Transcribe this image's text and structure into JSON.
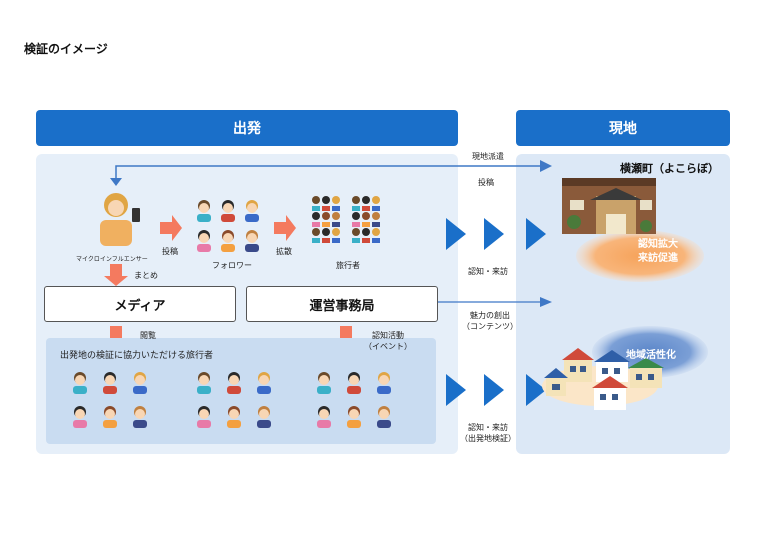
{
  "page_title": "検証のイメージ",
  "headers": {
    "departure": "出発",
    "local": "現地"
  },
  "nodes": {
    "influencer": "マイクロインフルエンサー",
    "followers": "フォロワー",
    "travelers": "旅行者",
    "media": "メディア",
    "secretariat": "運営事務局",
    "cooperating_travelers": "出発地の検証に協力いただける旅行者",
    "local_town": "横瀬町（よこらぼ）",
    "awareness_visit": "認知拡大\n来訪促進",
    "regional_vitalization": "地域活性化"
  },
  "labels": {
    "post1": "投稿",
    "spread": "拡散",
    "summarize": "まとめ",
    "view": "閲覧",
    "awareness_activity": "認知活動\n（イベント）",
    "local_dispatch": "現地派遣",
    "post2": "投稿",
    "awareness_visit1": "認知・来訪",
    "create_appeal": "魅力の創出\n（コンテンツ）",
    "awareness_visit2": "認知・来訪\n（出発地検証）"
  },
  "colors": {
    "header_blue": "#1a6fc9",
    "arrow_blue": "#1a6fc9",
    "arrow_salmon": "#f47a5f",
    "panel": "#e6eff9",
    "orange_glow": "#f6a35b",
    "blue_glow": "#5b86c9"
  }
}
